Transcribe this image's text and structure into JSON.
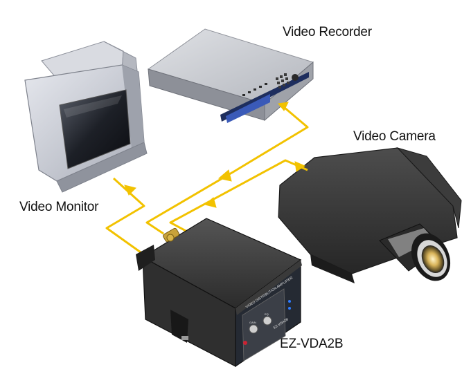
{
  "labels": {
    "video_recorder": "Video Recorder",
    "video_camera": "Video Camera",
    "video_monitor": "Video Monitor",
    "amplifier_model": "EZ-VDA2B"
  },
  "amplifier_face": {
    "panel_caption": "VIDEO DISTRIBUTION AMPLIFIER",
    "model_code": "EZ-VDA2B",
    "knob_left_label": "GAIN",
    "knob_right_label": "EQ"
  },
  "colors": {
    "cable": "#f2c200",
    "amplifier_body": "#2a2a2a",
    "monitor_body": "#c9ccd4",
    "recorder_body": "#bfc1c6",
    "camera_body": "#333333"
  },
  "icons": {
    "signal_arrow": "arrow-icon"
  }
}
